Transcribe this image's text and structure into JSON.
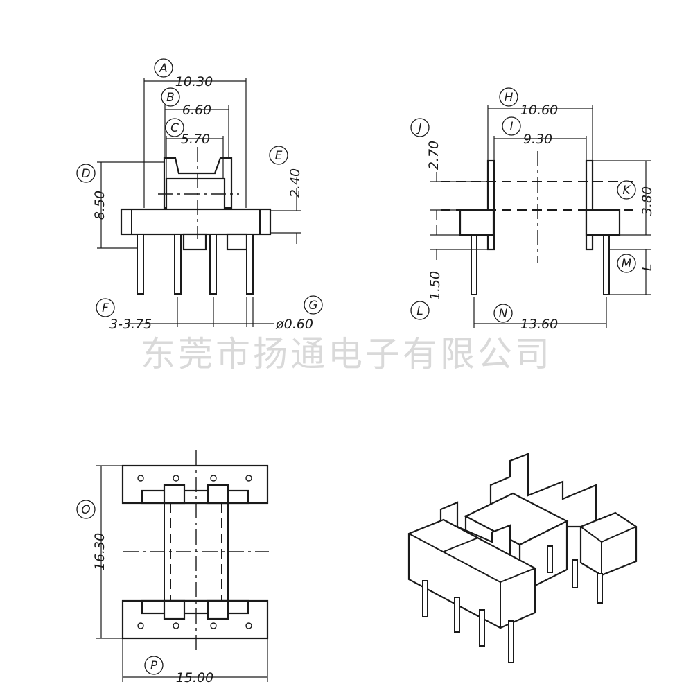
{
  "watermark": "东莞市扬通电子有限公司",
  "front_view": {
    "A": {
      "label": "A",
      "value": "10.30"
    },
    "B": {
      "label": "B",
      "value": "6.60"
    },
    "C": {
      "label": "C",
      "value": "5.70"
    },
    "D": {
      "label": "D",
      "value": "8.50"
    },
    "E": {
      "label": "E",
      "value": "2.40"
    },
    "F": {
      "label": "F",
      "value": "3-3.75"
    },
    "G": {
      "label": "G",
      "value": "ø0.60"
    }
  },
  "side_view": {
    "H": {
      "label": "H",
      "value": "10.60"
    },
    "I": {
      "label": "I",
      "value": "9.30"
    },
    "J": {
      "label": "J",
      "value": "2.70"
    },
    "K": {
      "label": "K",
      "value": "3.80"
    },
    "L": {
      "label": "L",
      "value": "1.50"
    },
    "M": {
      "label": "M",
      "value": "L"
    },
    "N": {
      "label": "N",
      "value": "13.60"
    }
  },
  "top_view": {
    "O": {
      "label": "O",
      "value": "16.30"
    },
    "P": {
      "label": "P",
      "value": "15.00"
    }
  }
}
